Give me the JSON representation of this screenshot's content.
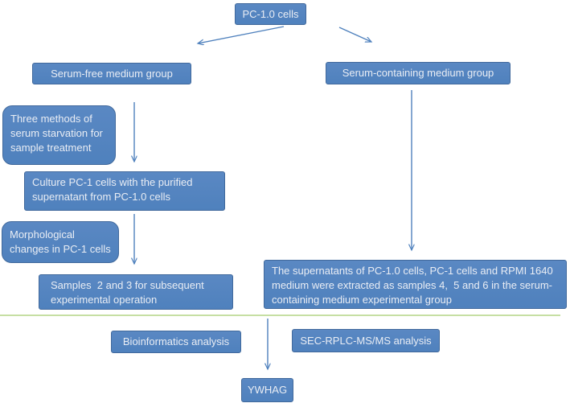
{
  "colors": {
    "box_fill": "#4f81bd",
    "box_fill_light": "#5a88c3",
    "box_border": "#41699c",
    "box_text": "#e9edf4",
    "arrow": "#4f81bd",
    "divider_green": "#c6dfa3",
    "background": "#ffffff"
  },
  "flowchart": {
    "root_label": "PC-1.0 cells",
    "left": {
      "group_label": "Serum-free medium group",
      "starvation_note": "Three methods of serum starvation for sample treatment",
      "culture_step": "Culture PC-1 cells with the purified supernatant from PC-1.0 cells",
      "morphology_note": "Morphological changes in PC-1 cells",
      "samples_step": "Samples  2 and 3 for subsequent experimental operation"
    },
    "right": {
      "group_label": "Serum-containing medium group",
      "supernatant_step": "The supernatants of PC-1.0 cells, PC-1 cells and RPMI 1640 medium were extracted as samples 4,  5 and 6 in the serum-containing medium experimental group"
    },
    "bottom": {
      "bioinformatics_label": "Bioinformatics analysis",
      "ms_label": "SEC-RPLC-MS/MS analysis",
      "result_label": "YWHAG"
    }
  }
}
